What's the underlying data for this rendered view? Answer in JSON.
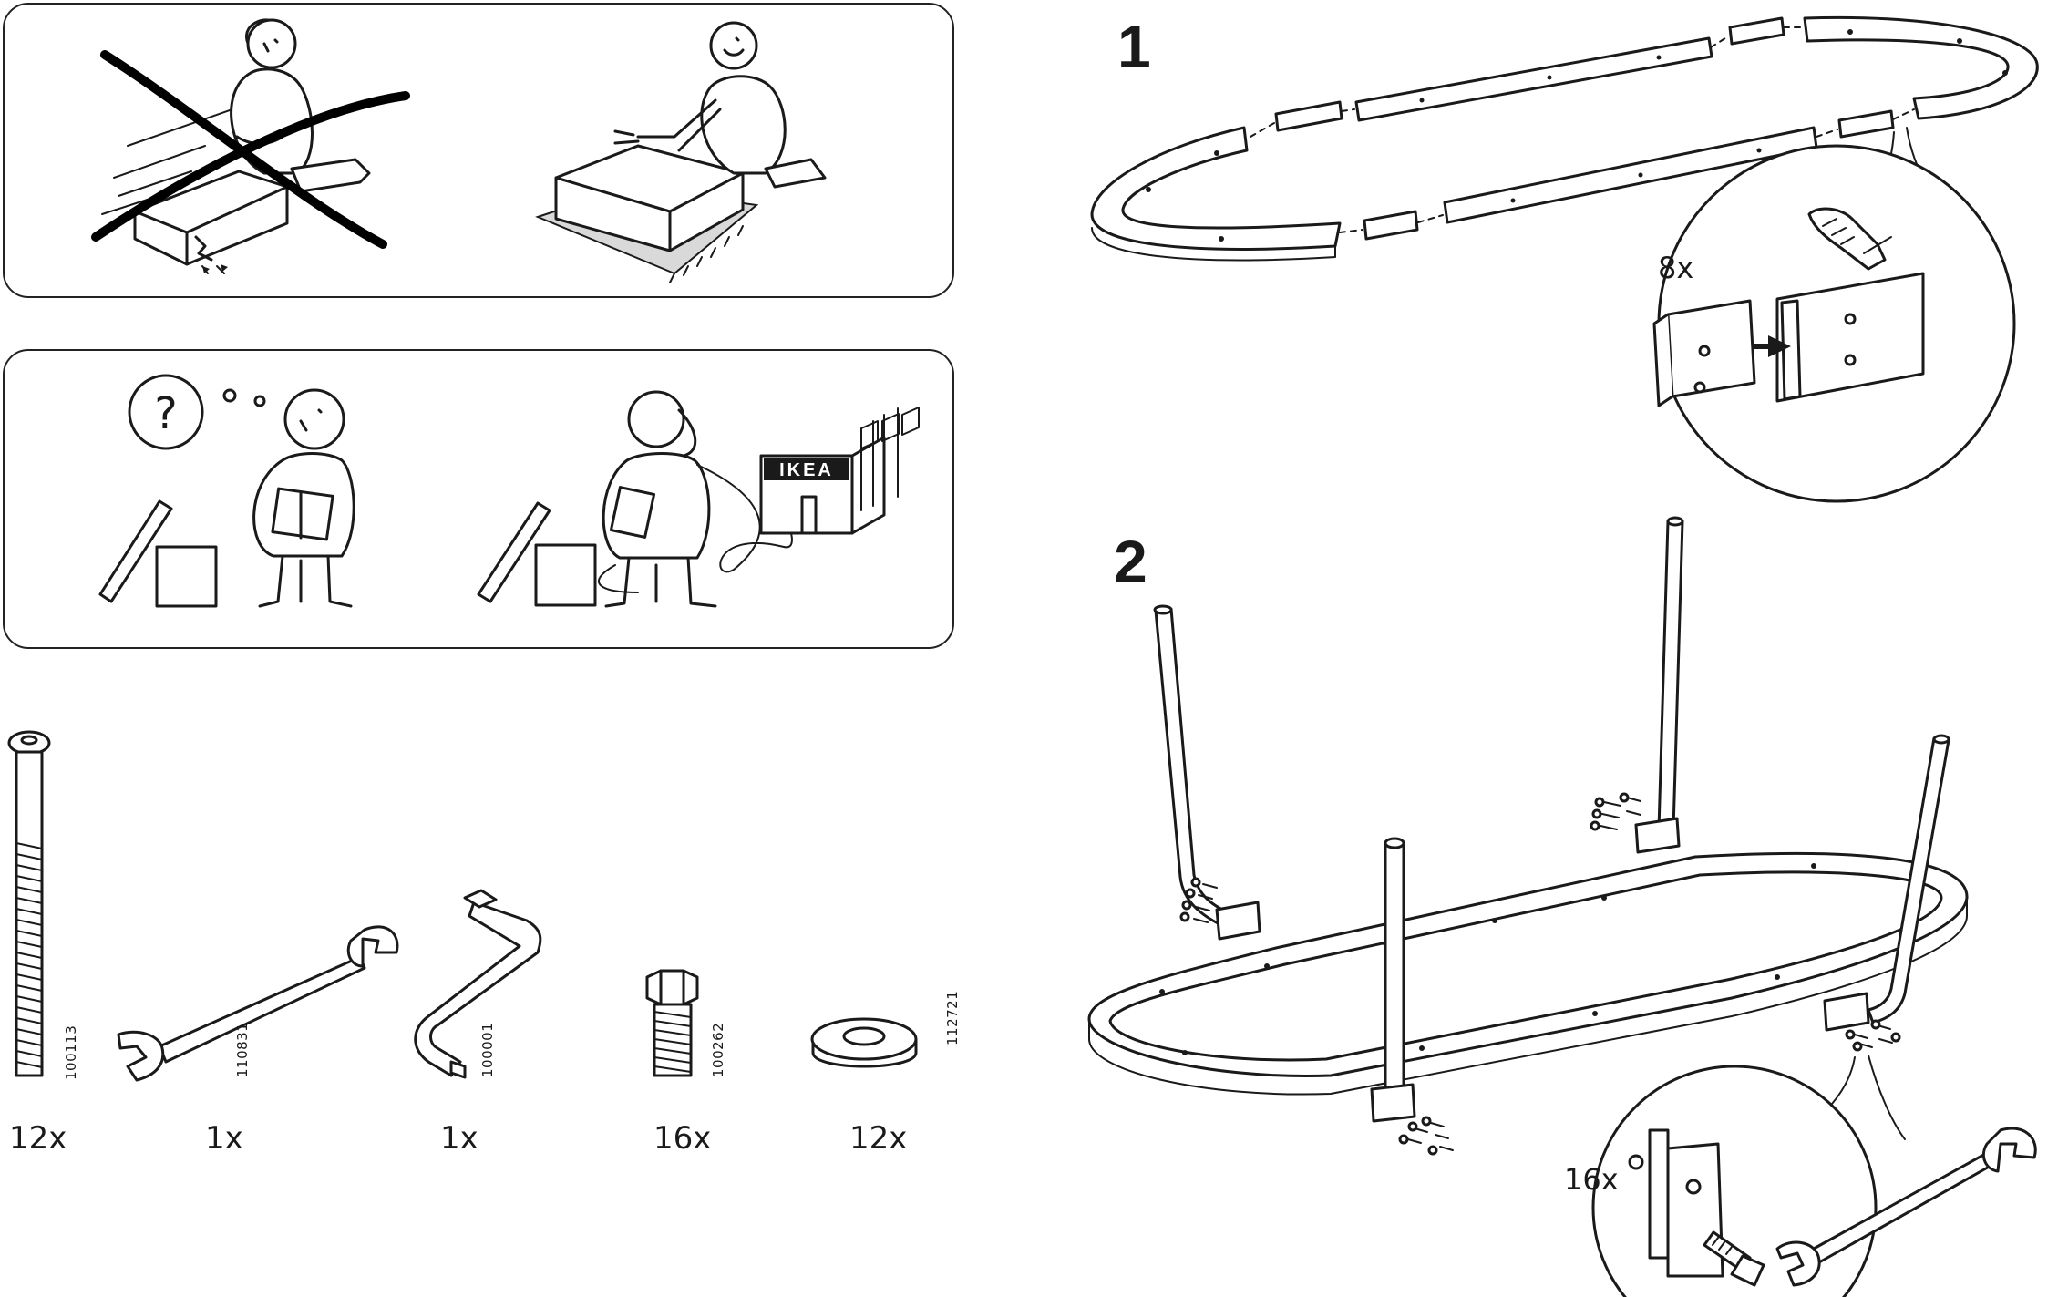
{
  "store_sign": "IKEA",
  "parts": [
    {
      "name": "bolt",
      "part_number": "100113",
      "quantity": "12x"
    },
    {
      "name": "wrench",
      "part_number": "110831",
      "quantity": "1x"
    },
    {
      "name": "allen-key",
      "part_number": "100001",
      "quantity": "1x"
    },
    {
      "name": "hex-bolt",
      "part_number": "100262",
      "quantity": "16x"
    },
    {
      "name": "washer",
      "part_number": "112721",
      "quantity": "12x"
    }
  ],
  "steps": [
    {
      "number": "1",
      "detail_quantity": "8x"
    },
    {
      "number": "2",
      "detail_quantity": "16x"
    }
  ],
  "icons": [
    "wrong-assembly-icon",
    "correct-assembly-icon",
    "question-icon",
    "call-ikea-icon",
    "hand-push-icon"
  ]
}
